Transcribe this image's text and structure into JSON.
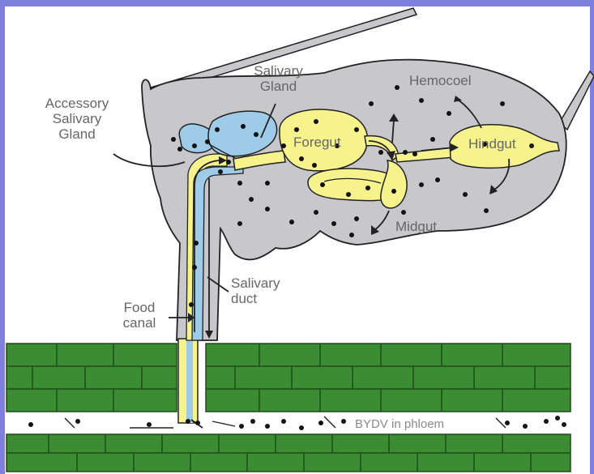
{
  "colors": {
    "frame": "#7f7fe0",
    "background": "#ffffff",
    "body": "#c8c8cc",
    "salivary": "#9ecbe8",
    "gut": "#f6f28c",
    "plant_tissue": "#3c8c34",
    "outline": "#222222"
  },
  "labels": {
    "accessory_gland": "Accessory\nSalivary\nGland",
    "salivary_gland": "Salivary\nGland",
    "hemocoel": "Hemocoel",
    "foregut": "Foregut",
    "hindgut": "Hindgut",
    "midgut": "Midgut",
    "salivary_duct": "Salivary\nduct",
    "food_canal": "Food\ncanal",
    "phloem": "BYDV in phloem"
  }
}
